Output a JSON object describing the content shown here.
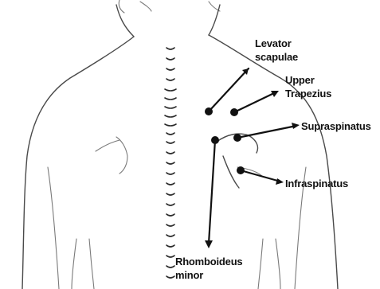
{
  "labels": {
    "levator_scapulae": "Levator\nscapulae",
    "upper_trapezius": "Upper\nTrapezius",
    "supraspinatus": "Supraspinatus",
    "infraspinatus": "Infraspinatus",
    "rhomboideus_minor": "Rhomboideus\nminor"
  },
  "colors": {
    "ink": "#111111",
    "outline": "#4a4a4a",
    "background": "#ffffff"
  }
}
